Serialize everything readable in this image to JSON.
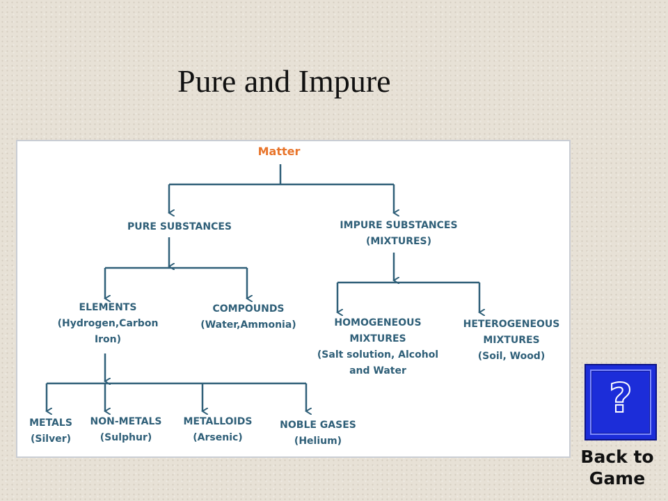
{
  "slide": {
    "title": "Pure and Impure"
  },
  "diagram": {
    "nodes": {
      "matter": "Matter",
      "pure": "PURE SUBSTANCES",
      "impure_1": "IMPURE SUBSTANCES",
      "impure_2": "(MIXTURES)",
      "elements_1": "ELEMENTS",
      "elements_2": "(Hydrogen,Carbon",
      "elements_3": "Iron)",
      "compounds_1": "COMPOUNDS",
      "compounds_2": "(Water,Ammonia)",
      "homogeneous_1": "HOMOGENEOUS",
      "homogeneous_2": "MIXTURES",
      "homogeneous_3": "(Salt solution, Alcohol",
      "homogeneous_4": "and Water",
      "heterogeneous_1": "HETEROGENEOUS",
      "heterogeneous_2": "MIXTURES",
      "heterogeneous_3": "(Soil, Wood)",
      "metals_1": "METALS",
      "metals_2": "(Silver)",
      "nonmetals_1": "NON-METALS",
      "nonmetals_2": "(Sulphur)",
      "metalloids_1": "METALLOIDS",
      "metalloids_2": "(Arsenic)",
      "noble_1": "NOBLE GASES",
      "noble_2": "(Helium)"
    },
    "colors": {
      "line": "#2f5f78",
      "text": "#2f5f78",
      "root": "#e8742a"
    }
  },
  "back_button": {
    "icon": "question-mark-icon",
    "glyph": "?",
    "label_1": "Back to",
    "label_2": "Game"
  }
}
